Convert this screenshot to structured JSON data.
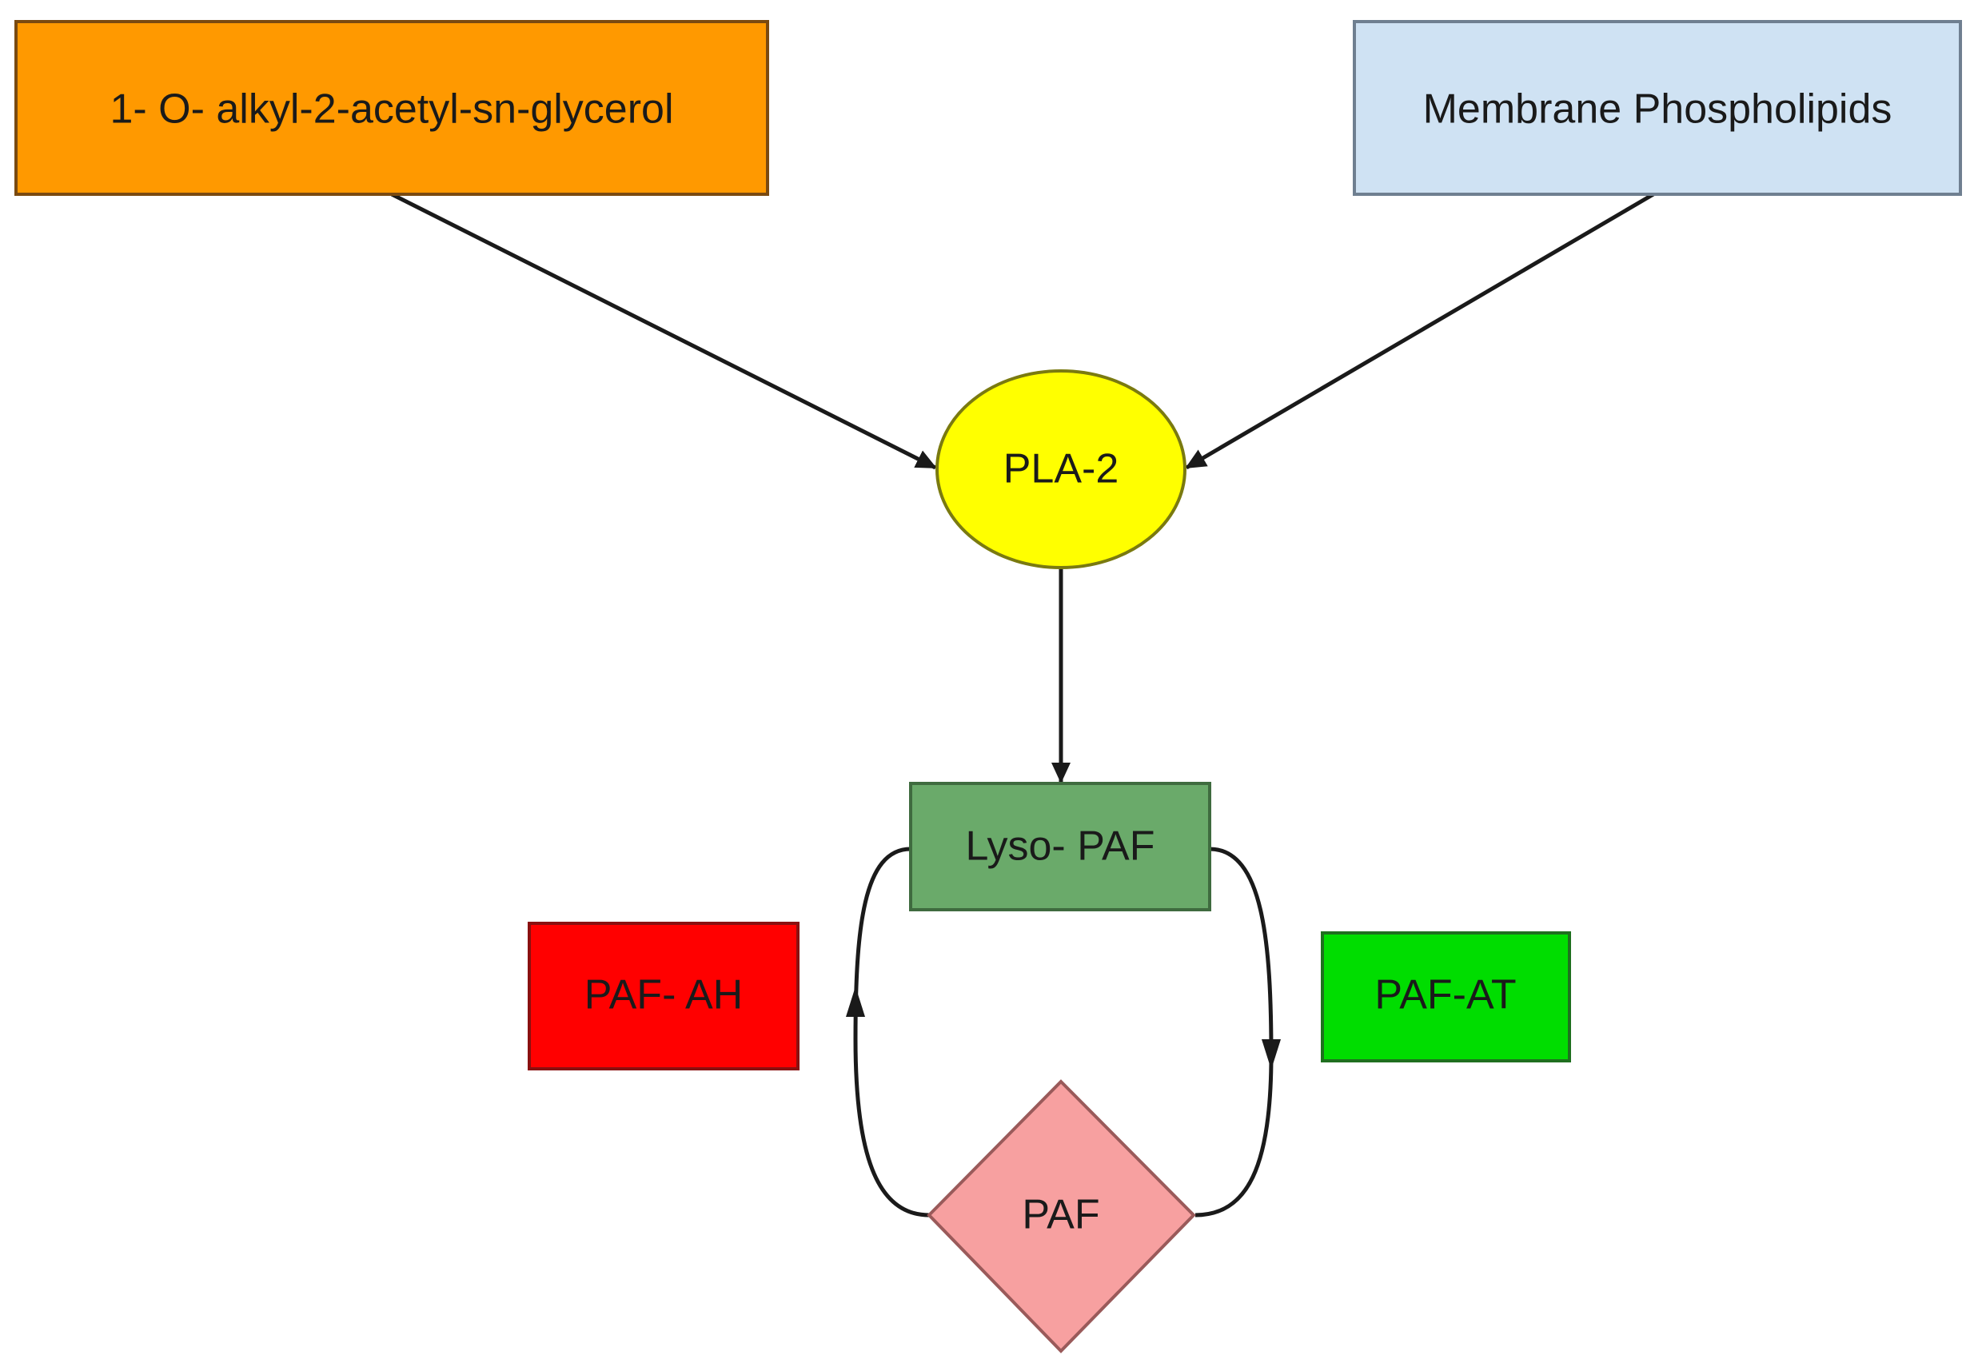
{
  "diagram": {
    "nodes": {
      "alkyl_acetyl_glycerol": {
        "label": "1- O- alkyl-2-acetyl-sn-glycerol",
        "fill": "#ff9900",
        "stroke": "#7a4a10"
      },
      "membrane_phospholipids": {
        "label": "Membrane Phospholipids",
        "fill": "#cfe2f3",
        "stroke": "#6f7f90"
      },
      "pla2": {
        "label": "PLA-2",
        "fill": "#ffff00",
        "stroke": "#7a7a10"
      },
      "lyso_paf": {
        "label": "Lyso- PAF",
        "fill": "#6aaa6a",
        "stroke": "#3f6b3f"
      },
      "paf_ah": {
        "label": "PAF- AH",
        "fill": "#ff0000",
        "stroke": "#8a1010"
      },
      "paf_at": {
        "label": "PAF-AT",
        "fill": "#00dd00",
        "stroke": "#1f6f1f"
      },
      "paf": {
        "label": "PAF",
        "fill": "#f7a0a0",
        "stroke": "#9a5a5a"
      }
    },
    "edges": [
      {
        "from": "alkyl_acetyl_glycerol",
        "to": "pla2"
      },
      {
        "from": "membrane_phospholipids",
        "to": "pla2"
      },
      {
        "from": "pla2",
        "to": "lyso_paf"
      },
      {
        "from": "lyso_paf",
        "to": "paf",
        "via": "right-arc"
      },
      {
        "from": "paf",
        "to": "lyso_paf",
        "via": "left-arc"
      }
    ],
    "edge_color": "#1a1a1a"
  }
}
